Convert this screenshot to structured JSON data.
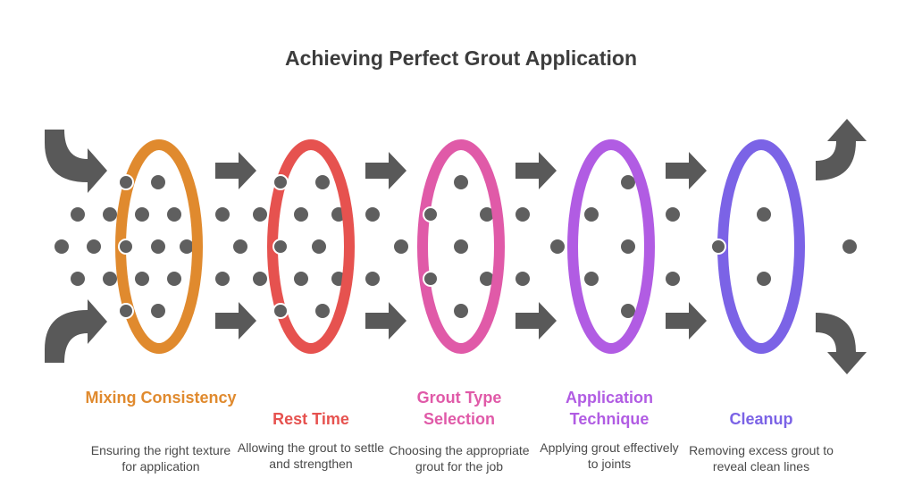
{
  "title": "Achieving Perfect Grout Application",
  "colors": {
    "arrow": "#595959",
    "dot": "#5f5f5f"
  },
  "stages": [
    {
      "label": "Mixing Consistency",
      "description": "Ensuring the right texture for application",
      "color": "#e08a2e"
    },
    {
      "label": "Rest Time",
      "description": "Allowing the grout to settle and strengthen",
      "color": "#e6524f"
    },
    {
      "label": "Grout Type Selection",
      "description": "Choosing the appropriate grout for the job",
      "color": "#e05aa8"
    },
    {
      "label": "Application Technique",
      "description": "Applying grout effectively to joints",
      "color": "#b15ce3"
    },
    {
      "label": "Cleanup",
      "description": "Removing excess grout to reveal clean lines",
      "color": "#7b63e6"
    }
  ]
}
